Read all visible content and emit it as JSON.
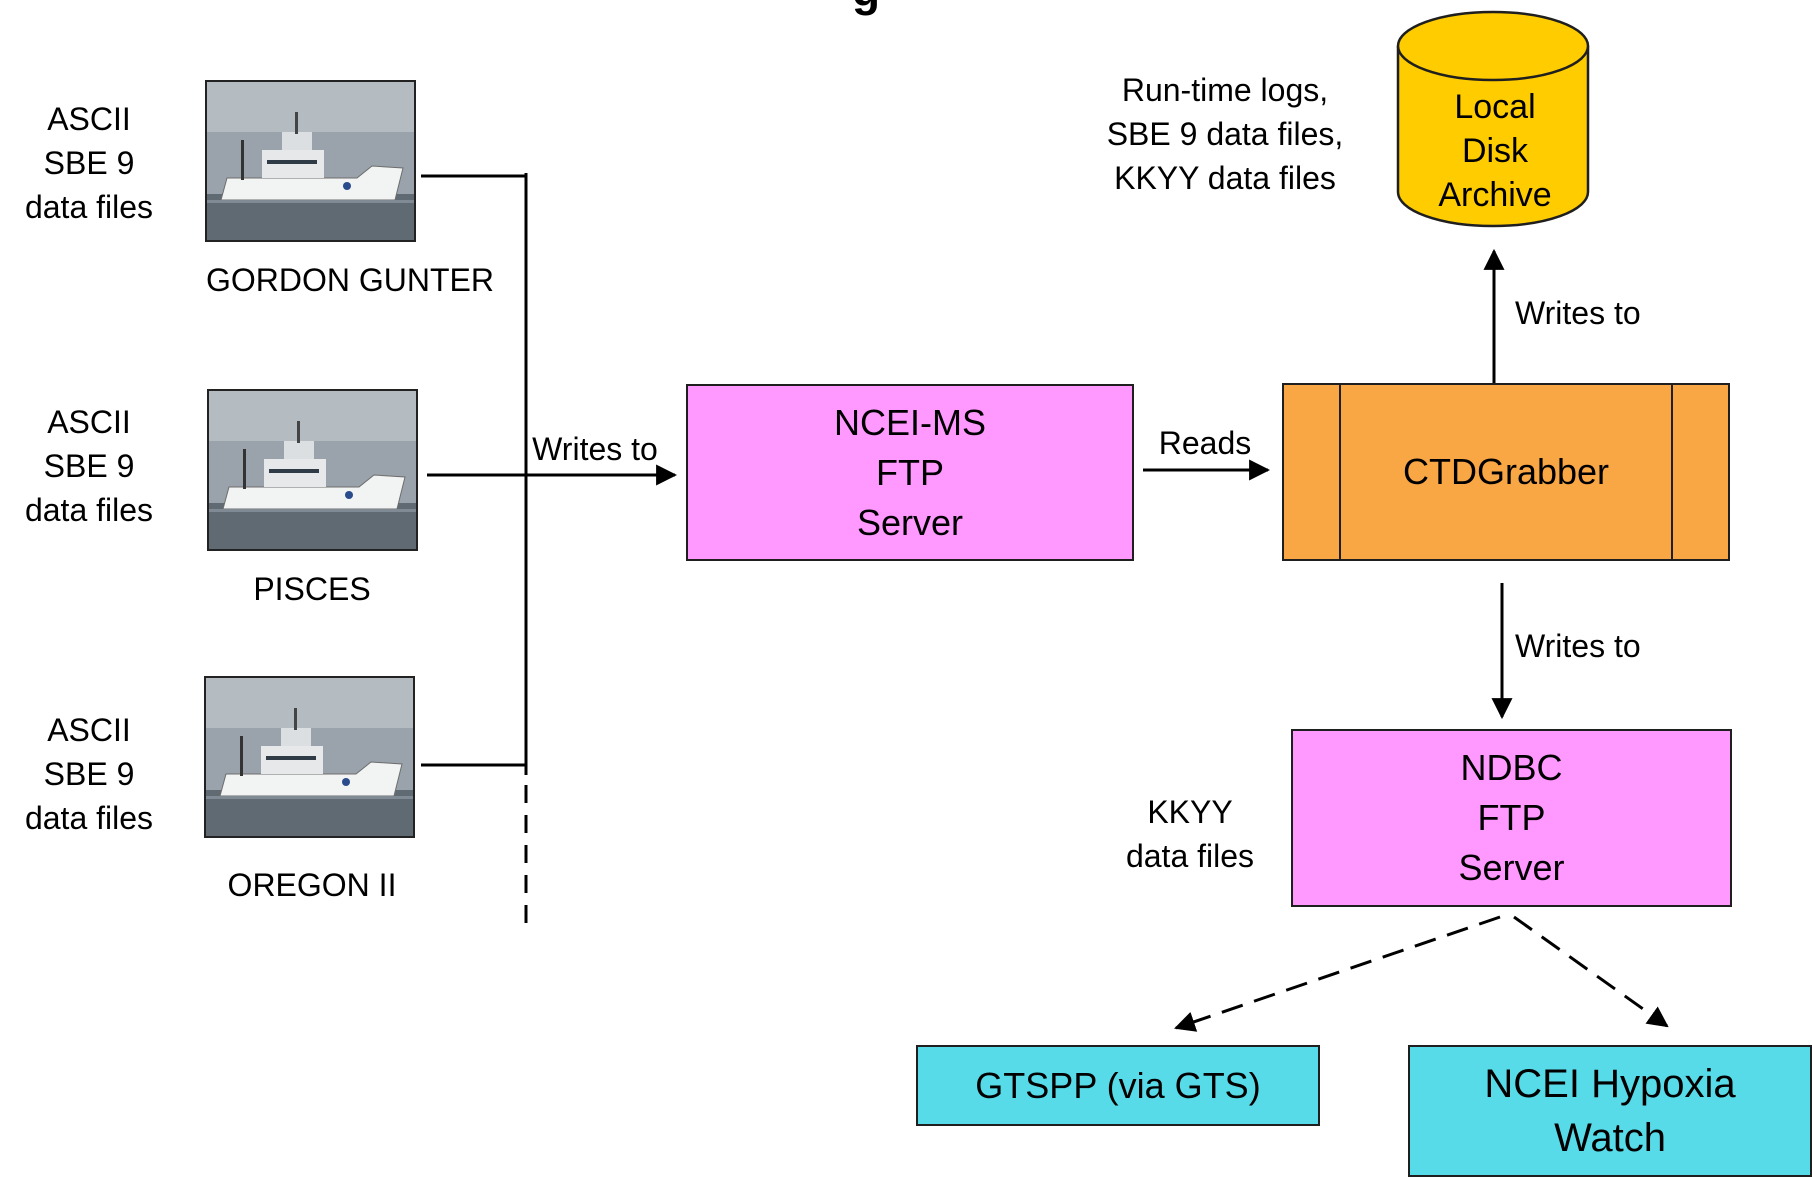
{
  "title_partial": "g",
  "ships": [
    {
      "name": "GORDON GUNTER",
      "data_lines": [
        "ASCII",
        "SBE 9",
        "data files"
      ]
    },
    {
      "name": "PISCES",
      "data_lines": [
        "ASCII",
        "SBE 9",
        "data files"
      ]
    },
    {
      "name": "OREGON II",
      "data_lines": [
        "ASCII",
        "SBE 9",
        "data files"
      ]
    }
  ],
  "edge_labels": {
    "ships_to_ftp": "Writes to",
    "ftp_to_grabber": "Reads",
    "grabber_to_archive": "Writes to",
    "grabber_to_ndbc": "Writes to"
  },
  "nodes": {
    "ncei_ftp": {
      "lines": [
        "NCEI-MS",
        "FTP",
        "Server"
      ],
      "color": "#ff99ff"
    },
    "ctdgrabber": {
      "label": "CTDGrabber",
      "color": "#f9a645"
    },
    "archive": {
      "lines": [
        "Local",
        "Disk",
        "Archive"
      ],
      "color": "#ffcc00"
    },
    "ndbc_ftp": {
      "lines": [
        "NDBC",
        "FTP",
        "Server"
      ],
      "color": "#ff99ff"
    },
    "gtspp": {
      "label": "GTSPP (via GTS)",
      "color": "#57dbe8"
    },
    "hypoxia": {
      "lines": [
        "NCEI Hypoxia",
        "Watch"
      ],
      "color": "#57dbe8"
    }
  },
  "archive_note": [
    "Run-time logs,",
    "SBE 9 data files,",
    "KKYY data files"
  ],
  "ndbc_note": [
    "KKYY",
    "data files"
  ]
}
